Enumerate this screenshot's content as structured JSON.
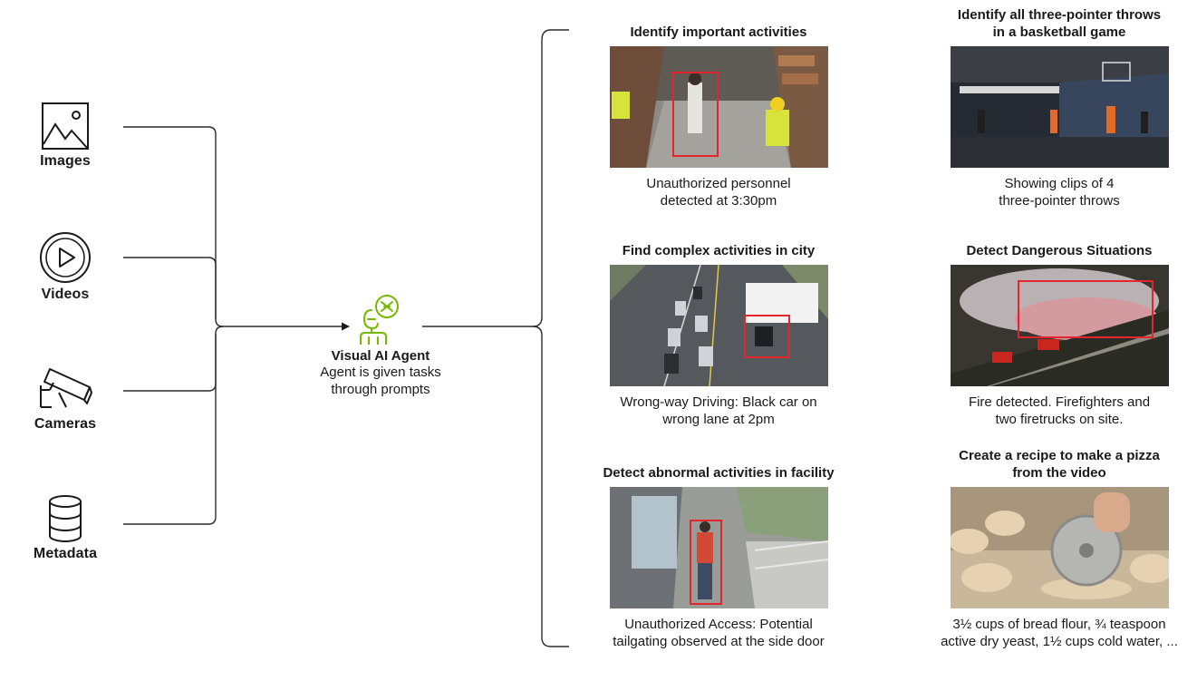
{
  "colors": {
    "accent": "#76b900",
    "line": "#2b2b2b",
    "bbox": "#e3262e"
  },
  "inputs": [
    {
      "label": "Images",
      "icon": "image-icon"
    },
    {
      "label": "Videos",
      "icon": "play-icon"
    },
    {
      "label": "Cameras",
      "icon": "camera-icon"
    },
    {
      "label": "Metadata",
      "icon": "database-icon"
    }
  ],
  "agent": {
    "icon": "ai-agent-icon",
    "title": "Visual AI Agent",
    "description_line1": "Agent is given tasks",
    "description_line2": "through prompts"
  },
  "tasks": [
    {
      "title_line1": "Identify important activities",
      "title_line2": "",
      "caption_line1": "Unauthorized personnel",
      "caption_line2": "detected at 3:30pm",
      "image": "warehouse-scene"
    },
    {
      "title_line1": "Identify all three-pointer throws",
      "title_line2": "in a basketball game",
      "caption_line1": "Showing clips of 4",
      "caption_line2": "three-pointer throws",
      "image": "basketball-scene"
    },
    {
      "title_line1": "Find complex activities in city",
      "title_line2": "",
      "caption_line1": "Wrong-way Driving: Black car on",
      "caption_line2": "wrong lane at 2pm",
      "image": "city-traffic-scene"
    },
    {
      "title_line1": "Detect Dangerous Situations",
      "title_line2": "",
      "caption_line1": "Fire detected. Firefighters and",
      "caption_line2": "two firetrucks on site.",
      "image": "wildfire-scene"
    },
    {
      "title_line1": "Detect abnormal activities in facility",
      "title_line2": "",
      "caption_line1": "Unauthorized Access: Potential",
      "caption_line2": "tailgating observed at the side door",
      "image": "facility-door-scene"
    },
    {
      "title_line1": "Create a recipe to make a pizza",
      "title_line2": "from the video",
      "caption_line1": "3½ cups of bread flour, ¾ teaspoon",
      "caption_line2": "active dry yeast, 1½ cups cold water, ...",
      "image": "pizza-dough-scene"
    }
  ]
}
